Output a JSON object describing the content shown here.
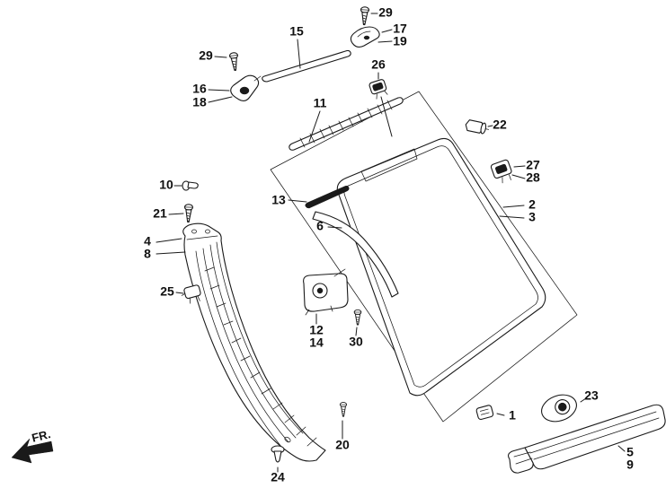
{
  "diagram": {
    "background": "#ffffff",
    "line_color": "#1a1a1a",
    "direction_indicator": "FR.",
    "callouts": {
      "screw_top_29": "29",
      "cap_17": "17",
      "cap_19": "19",
      "molding_15": "15",
      "screw_left_29": "29",
      "clip_16": "16",
      "clip_18": "18",
      "clip_26": "26",
      "molding_11": "11",
      "bolt_22": "22",
      "clip_27": "27",
      "clip_28": "28",
      "glass_2": "2",
      "glass_3": "3",
      "clip_10": "10",
      "screw_21": "21",
      "molding_13": "13",
      "weatherstrip_6": "6",
      "garnish_4": "4",
      "garnish_8": "8",
      "clip_25": "25",
      "bracket_12": "12",
      "bracket_14": "14",
      "screw_30": "30",
      "clip_1": "1",
      "grommet_23": "23",
      "molding_5": "5",
      "molding_9": "9",
      "clip_20": "20",
      "clip_24": "24"
    }
  }
}
